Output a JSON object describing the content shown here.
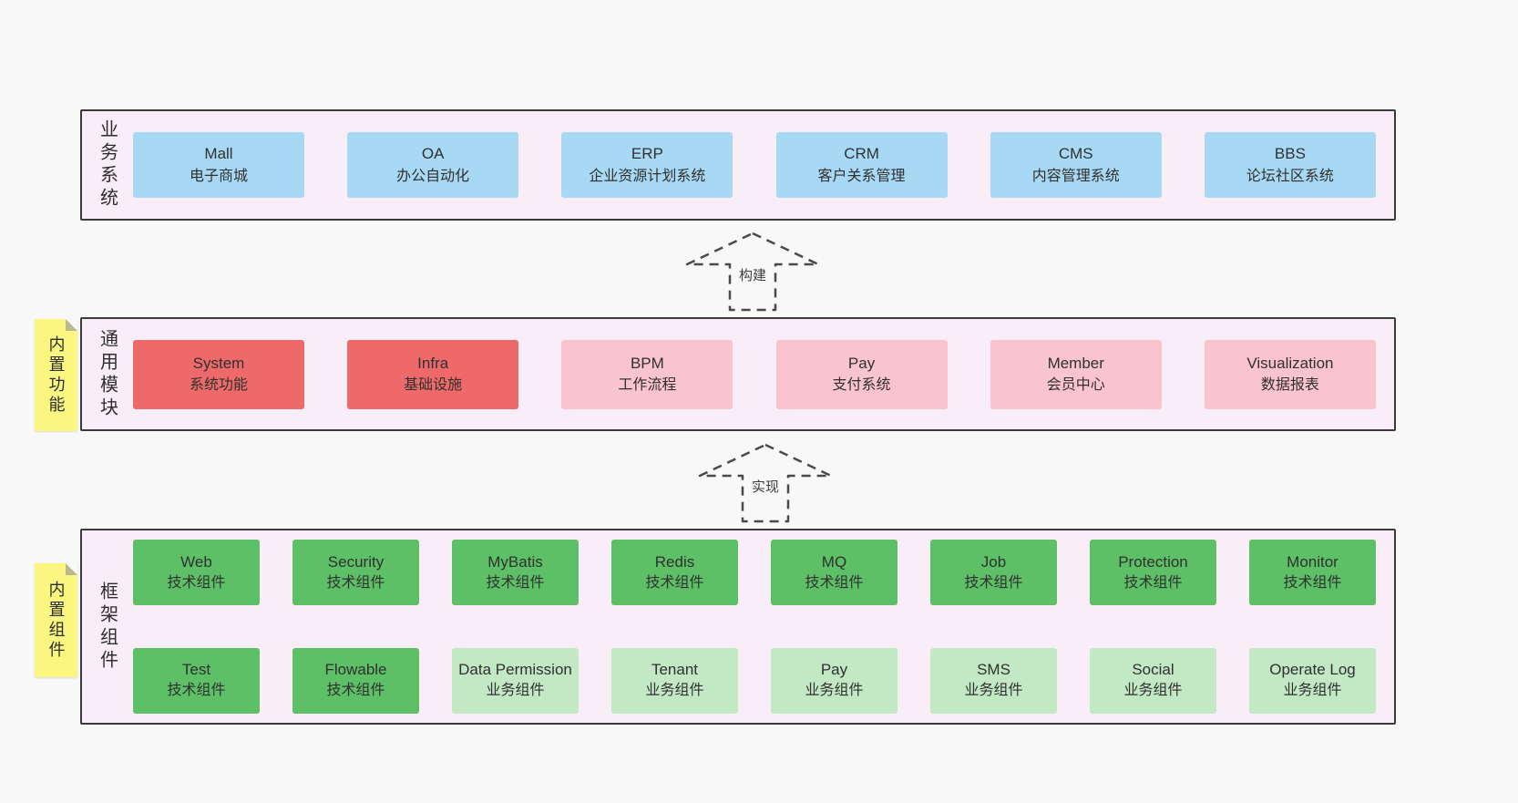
{
  "colors": {
    "page_bg": "#f8f8f8",
    "panel_bg": "#f9eef7",
    "panel_border": "#3a3a3a",
    "blue_box": "#a8d9f4",
    "red_box": "#ee6a6a",
    "pink_box": "#fac4ce",
    "green_box": "#5dc066",
    "light_green_box": "#c2e8c4",
    "sticky_yellow": "#fbf67f"
  },
  "arrows": {
    "build": "构建",
    "implement": "实现"
  },
  "layers": {
    "business": {
      "label": "业务系统",
      "boxes": [
        {
          "title": "Mall",
          "subtitle": "电子商城"
        },
        {
          "title": "OA",
          "subtitle": "办公自动化"
        },
        {
          "title": "ERP",
          "subtitle": "企业资源计划系统"
        },
        {
          "title": "CRM",
          "subtitle": "客户关系管理"
        },
        {
          "title": "CMS",
          "subtitle": "内容管理系统"
        },
        {
          "title": "BBS",
          "subtitle": "论坛社区系统"
        }
      ]
    },
    "modules": {
      "label": "通用模块",
      "sticky": "内置功能",
      "boxes": [
        {
          "title": "System",
          "subtitle": "系统功能"
        },
        {
          "title": "Infra",
          "subtitle": "基础设施"
        },
        {
          "title": "BPM",
          "subtitle": "工作流程"
        },
        {
          "title": "Pay",
          "subtitle": "支付系统"
        },
        {
          "title": "Member",
          "subtitle": "会员中心"
        },
        {
          "title": "Visualization",
          "subtitle": "数据报表"
        }
      ]
    },
    "components": {
      "label": "框架组件",
      "sticky": "内置组件",
      "row1": [
        {
          "title": "Web",
          "subtitle": "技术组件"
        },
        {
          "title": "Security",
          "subtitle": "技术组件"
        },
        {
          "title": "MyBatis",
          "subtitle": "技术组件"
        },
        {
          "title": "Redis",
          "subtitle": "技术组件"
        },
        {
          "title": "MQ",
          "subtitle": "技术组件"
        },
        {
          "title": "Job",
          "subtitle": "技术组件"
        },
        {
          "title": "Protection",
          "subtitle": "技术组件"
        },
        {
          "title": "Monitor",
          "subtitle": "技术组件"
        }
      ],
      "row2": [
        {
          "title": "Test",
          "subtitle": "技术组件"
        },
        {
          "title": "Flowable",
          "subtitle": "技术组件"
        },
        {
          "title": "Data Permission",
          "subtitle": "业务组件"
        },
        {
          "title": "Tenant",
          "subtitle": "业务组件"
        },
        {
          "title": "Pay",
          "subtitle": "业务组件"
        },
        {
          "title": "SMS",
          "subtitle": "业务组件"
        },
        {
          "title": "Social",
          "subtitle": "业务组件"
        },
        {
          "title": "Operate Log",
          "subtitle": "业务组件"
        }
      ]
    }
  }
}
